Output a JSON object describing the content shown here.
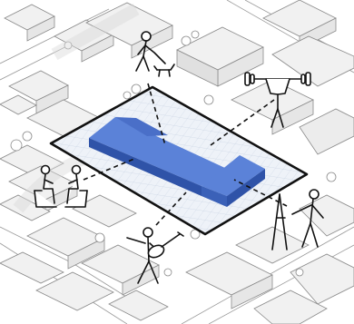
{
  "diagram": {
    "type": "isometric-urban-site-sketch",
    "colors": {
      "background": "#ffffff",
      "line": "#1a1a1a",
      "context_line": "#8a8a8a",
      "context_fill": "#f1f1f1",
      "roof_fill": "#e6e6e6",
      "site_grid": "#c9d3e3",
      "site_fill": "#eef2f8",
      "building_fill": "#4a6fc8",
      "building_top": "#5b82d8",
      "building_side": "#2f53a8",
      "watermark": "#d9d9d9"
    },
    "activities": [
      {
        "id": "dog-walker",
        "icon": "person-walking-dog-icon"
      },
      {
        "id": "weightlifter",
        "icon": "person-lifting-weights-icon"
      },
      {
        "id": "seated-pair",
        "icon": "two-people-seated-talking-icon"
      },
      {
        "id": "guitarist",
        "icon": "person-playing-guitar-icon"
      },
      {
        "id": "painter",
        "icon": "person-painting-at-easel-icon"
      }
    ],
    "site": {
      "icon": "site-boundary-outline"
    },
    "building": {
      "icon": "l-shaped-building-volume",
      "shape": "L-shape"
    }
  }
}
